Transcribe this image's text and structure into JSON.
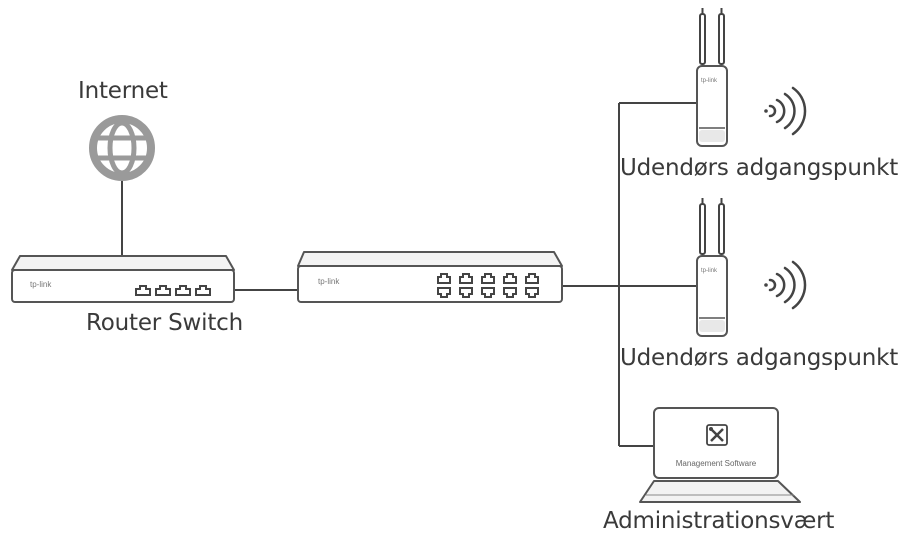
{
  "labels": {
    "internet": "Internet",
    "router_switch": "Router Switch",
    "outdoor_ap_1": "Udendørs adgangspunkt",
    "outdoor_ap_2": "Udendørs adgangspunkt",
    "admin_host": "Administrationsvært",
    "management_software": "Management Software"
  },
  "brand": {
    "router": "tp-link",
    "switch": "tp-link",
    "ap_1": "tp-link",
    "ap_2": "tp-link"
  },
  "colors": {
    "stroke": "#555555",
    "fill_light": "#f2f2f2",
    "fill_mid": "#e4e4e4",
    "globe": "#999999",
    "line": "#444444"
  },
  "icons": {
    "internet": "globe-icon",
    "router": "router-switch-icon",
    "switch": "switch-icon",
    "ap": "outdoor-access-point-icon",
    "wifi": "wifi-signal-icon",
    "computer": "laptop-icon",
    "tools": "tools-icon"
  }
}
